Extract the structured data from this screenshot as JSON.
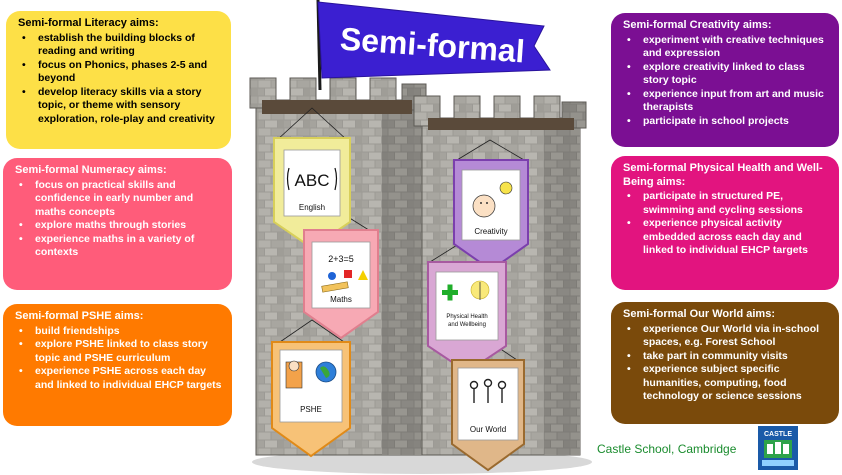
{
  "banner": {
    "title": "Semi-formal"
  },
  "left_boxes": {
    "literacy": {
      "title": "Semi-formal Literacy aims:",
      "items": [
        "establish the building blocks of reading and writing",
        "focus on Phonics, phases 2-5 and beyond",
        "develop literacy skills via a story topic, or theme with sensory exploration, role-play and creativity"
      ]
    },
    "numeracy": {
      "title": "Semi-formal Numeracy aims:",
      "items": [
        "focus on practical skills and confidence in early number and maths concepts",
        "explore maths through stories",
        "experience maths in a variety of contexts"
      ]
    },
    "pshe": {
      "title": "Semi-formal PSHE aims:",
      "items": [
        "build friendships",
        "explore PSHE linked to class story topic and PSHE curriculum",
        "experience PSHE across each day and linked to individual EHCP targets"
      ]
    }
  },
  "right_boxes": {
    "creativity": {
      "title": "Semi-formal Creativity aims:",
      "items": [
        "experiment with creative techniques and expression",
        "explore creativity linked to class story topic",
        "experience input from art and music therapists",
        "participate in school projects"
      ]
    },
    "physical": {
      "title": "Semi-formal Physical Health and Well-Being aims:",
      "items": [
        "participate in structured PE, swimming and cycling sessions",
        "experience physical activity embedded across each day and linked to individual EHCP targets"
      ]
    },
    "ourworld": {
      "title": "Semi-formal Our World aims:",
      "items": [
        "experience Our World via in-school spaces, e.g. Forest School",
        "take part in community visits",
        "experience subject specific humanities, computing, food technology or science sessions"
      ]
    }
  },
  "pennants": {
    "english": {
      "symbol": "ABC",
      "label": "English"
    },
    "maths": {
      "symbol": "2+3=5",
      "label": "Maths"
    },
    "pshe": {
      "label": "PSHE"
    },
    "creativity": {
      "label": "Creativity"
    },
    "physical": {
      "label_line1": "Physical Health",
      "label_line2": "and Wellbeing"
    },
    "ourworld": {
      "label": "Our World"
    }
  },
  "footer": {
    "school": "Castle School, Cambridge",
    "logo_text": "CASTLE"
  },
  "colors": {
    "literacy": "#fde047",
    "numeracy": "#ff5c7a",
    "pshe": "#ff7a00",
    "creativity": "#7b0f93",
    "physical": "#e2147f",
    "ourworld": "#7a4a0b",
    "flag": "#3b1fd1",
    "footer_text": "#1a8c2e"
  }
}
